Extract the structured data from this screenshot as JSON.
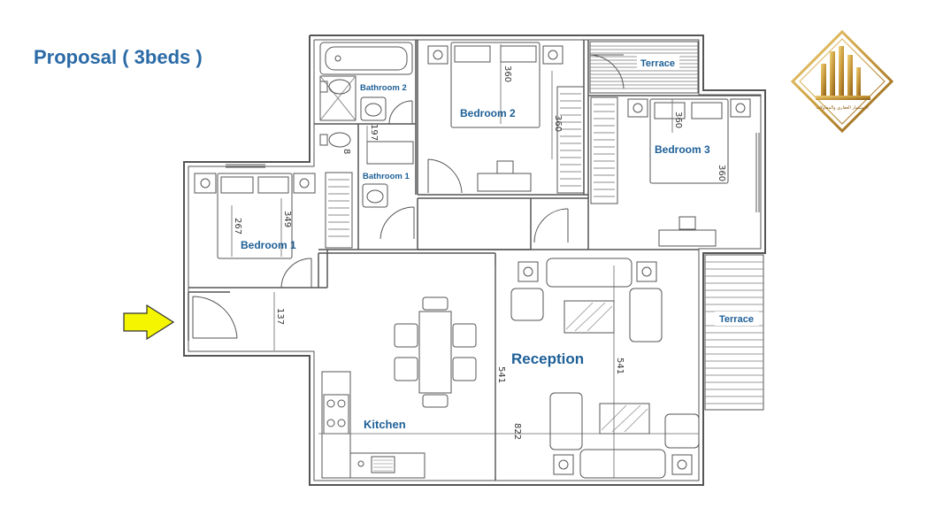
{
  "title": "Proposal ( 3beds )",
  "rooms": {
    "bathroom2": "Bathroom 2",
    "bedroom2": "Bedroom 2",
    "terrace_top": "Terrace",
    "bedroom3": "Bedroom 3",
    "bathroom1": "Bathroom 1",
    "bedroom1": "Bedroom 1",
    "terrace_right": "Terrace",
    "reception": "Reception",
    "kitchen": "Kitchen"
  },
  "dimensions": {
    "d_360_a": "360",
    "d_360_b": "360",
    "d_360_c": "360",
    "d_360_d": "360",
    "d_197": "197",
    "d_8": "8",
    "d_349": "349",
    "d_267": "267",
    "d_137": "137",
    "d_541_a": "541",
    "d_541_b": "541",
    "d_822": "822"
  },
  "logo": {
    "caption": "الاستثمار العقاري والمقاولات"
  },
  "colors": {
    "title": "#2a6aa6",
    "room_label": "#1d5f97",
    "wall": "#555555",
    "entrance_arrow": "#f5f500",
    "logo_gold": "#c89a3c"
  }
}
